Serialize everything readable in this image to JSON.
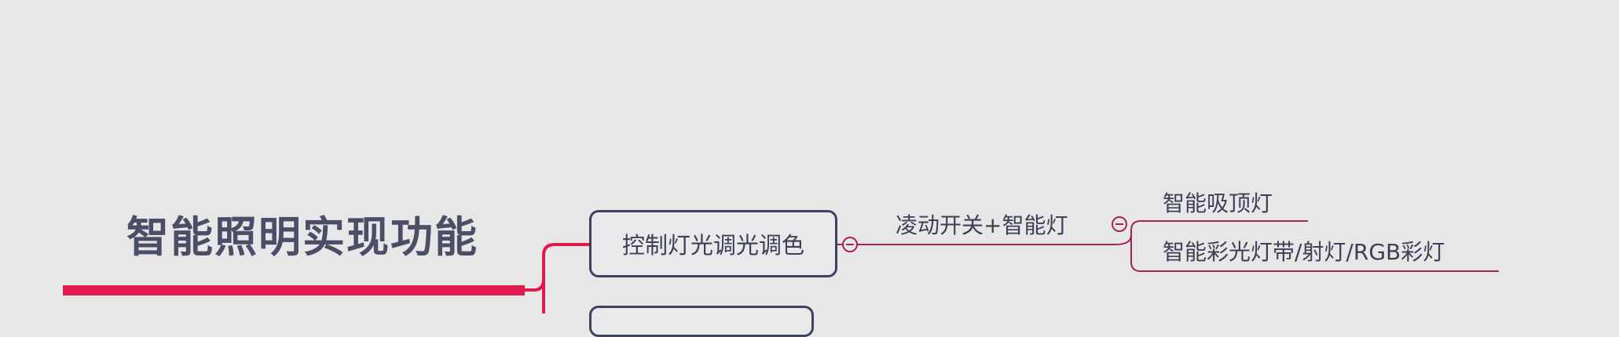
{
  "title": "智能照明实现功能",
  "branches": [
    {
      "label": "控制灯光调光调色",
      "children": [
        {
          "label": "凌动开关+智能灯",
          "collapse_symbol": "−",
          "children": [
            {
              "label": "智能吸顶灯"
            },
            {
              "label": "智能彩光灯带/射灯/RGB彩灯"
            }
          ]
        }
      ]
    },
    {
      "label": "",
      "children": [
        {
          "label": ""
        }
      ]
    }
  ],
  "colors": {
    "background": "#e7e7e8",
    "accent": "#e0194f",
    "connector": "#a8205a",
    "node_border": "#3d4160",
    "text": "#3c3f55"
  },
  "icons": {
    "collapse": "minus-circle-icon"
  }
}
